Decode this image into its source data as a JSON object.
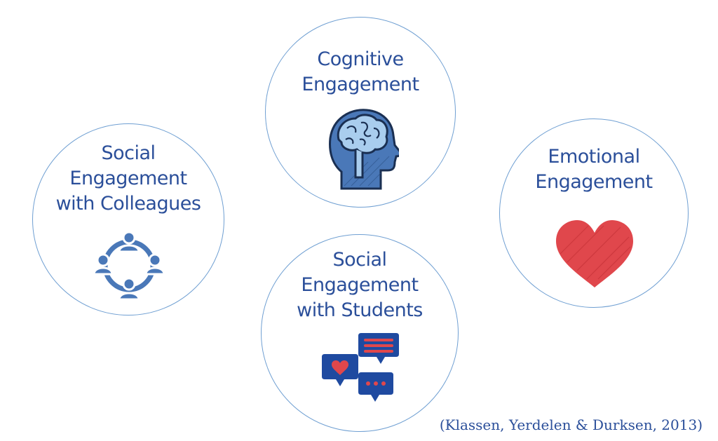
{
  "circles": {
    "cognitive": {
      "line1": "Cognitive",
      "line2": "Engagement"
    },
    "colleagues": {
      "line1": "Social",
      "line2": "Engagement",
      "line3": "with Colleagues"
    },
    "emotional": {
      "line1": "Emotional",
      "line2": "Engagement"
    },
    "students": {
      "line1": "Social",
      "line2": "Engagement",
      "line3": "with Students"
    }
  },
  "icons": {
    "cognitive": "brain-head-icon",
    "colleagues": "people-network-icon",
    "emotional": "heart-icon",
    "students": "chat-bubbles-icon"
  },
  "colors": {
    "text": "#2b4f9a",
    "circle_border": "#6f9fd2",
    "icon_blue": "#4a78b8",
    "dark_blue": "#1f4aa0",
    "heart_red": "#e0474c"
  },
  "citation": "(Klassen, Yerdelen & Durksen, 2013)"
}
